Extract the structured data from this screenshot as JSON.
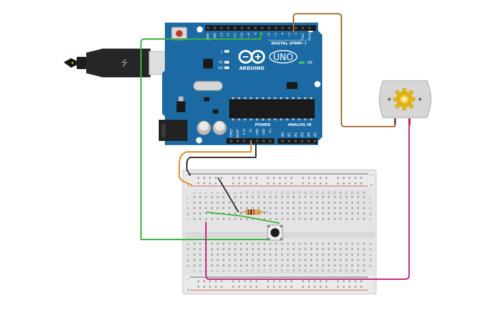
{
  "arduino": {
    "header_digital": [
      "AREF",
      "GND",
      "13",
      "12",
      "~11",
      "~10",
      "~9",
      "8",
      "7",
      "~6",
      "~5",
      "4",
      "~3",
      "2",
      "TX▸1",
      "RX◂0"
    ],
    "label_digital": "DIGITAL (PWM~)",
    "label_l": "L",
    "label_tx": "TX",
    "label_rx": "RX",
    "brand": "ARDUINO",
    "model": "UNO",
    "label_on": "ON",
    "label_power": "POWER",
    "label_analog": "ANALOG IN",
    "header_power": [
      "IOREF",
      "RESET",
      "3.3V",
      "5V",
      "GND",
      "GND",
      "Vin"
    ],
    "header_analog": [
      "A0",
      "A1",
      "A2",
      "A3",
      "A4",
      "A5"
    ]
  },
  "breadboard": {
    "row_letters_top": [
      "j",
      "i",
      "h",
      "g",
      "f"
    ],
    "row_letters_bottom": [
      "e",
      "d",
      "c",
      "b",
      "a"
    ],
    "column_numbers": [
      "1",
      "2",
      "3",
      "4",
      "5",
      "6",
      "7",
      "8",
      "9",
      "10",
      "11",
      "12",
      "13",
      "14",
      "15",
      "16",
      "17",
      "18",
      "19",
      "20",
      "21",
      "22",
      "23",
      "24",
      "25",
      "26",
      "27",
      "28",
      "29",
      "30"
    ],
    "rail_minus": "−",
    "rail_plus": "+"
  },
  "colors": {
    "board": "#1b6aa3",
    "wire_green": "#3cb33c",
    "wire_orange": "#e38a1c",
    "wire_black": "#2a2a2a",
    "wire_brown": "#a67436",
    "wire_magenta": "#c4257a",
    "rail_red": "#d02828",
    "rail_black": "#303030"
  }
}
